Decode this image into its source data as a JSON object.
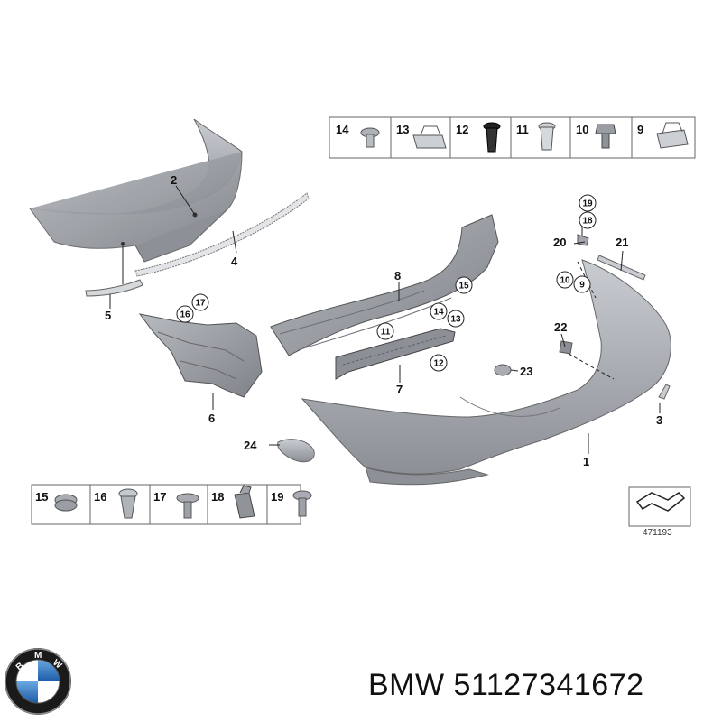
{
  "diagram": {
    "ref_number": "471193",
    "top_box_numbers": [
      "14",
      "13",
      "12",
      "11",
      "10",
      "9"
    ],
    "bottom_box_numbers": [
      "15",
      "16",
      "17",
      "18",
      "19"
    ],
    "callouts": {
      "c1": "1",
      "c2": "2",
      "c3": "3",
      "c4": "4",
      "c5": "5",
      "c6": "6",
      "c7": "7",
      "c8": "8",
      "c10": "10",
      "c9": "9",
      "c20": "20",
      "c21": "21",
      "c22": "22",
      "c23": "23",
      "c24": "24",
      "circ19": "19",
      "circ18": "18",
      "circ17": "17",
      "circ16": "16",
      "circ15": "15",
      "circ14": "14",
      "circ13": "13",
      "circ11": "11",
      "circ12": "12"
    }
  },
  "brand": {
    "name": "BMW",
    "part_number": "51127341672",
    "logo_letters": [
      "B",
      "M",
      "W"
    ]
  }
}
